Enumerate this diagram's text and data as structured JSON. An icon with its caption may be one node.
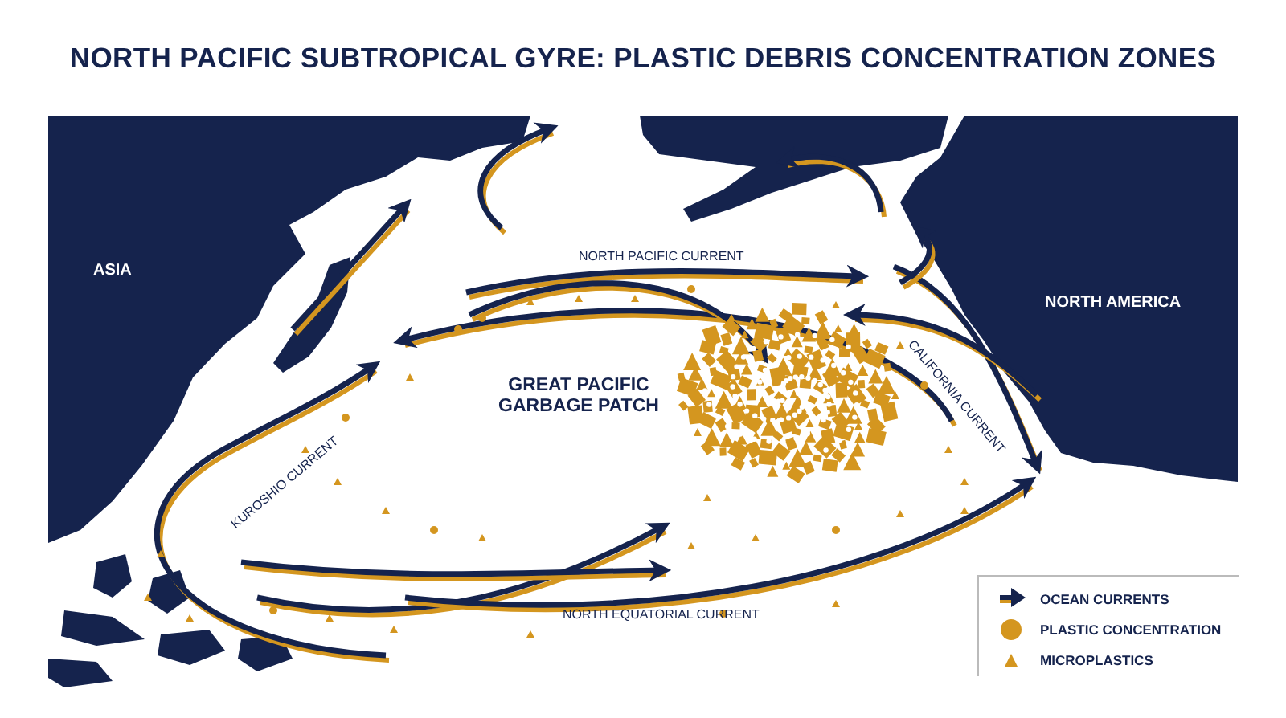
{
  "diagram": {
    "title": "NORTH PACIFIC SUBTROPICAL GYRE: PLASTIC DEBRIS CONCENTRATION ZONES",
    "labels": [
      "ASIA",
      "NORTH PACIFIC CURRENT",
      "NORTH AMERICA",
      "CALIFORNIA CURRENT",
      "KUROSHIO CURRENT",
      "GREAT PACIFIC GARBAGE PATCH",
      "NORTH EQUATORIAL CURRENT"
    ],
    "legend": [
      {
        "text": "OCEAN CURRENTS"
      },
      {
        "text": "PLASTIC CONCENTRATION",
        "color": "#d4961f"
      },
      {
        "text": "MICROPLASTICS",
        "color": "#d4961f"
      }
    ]
  }
}
